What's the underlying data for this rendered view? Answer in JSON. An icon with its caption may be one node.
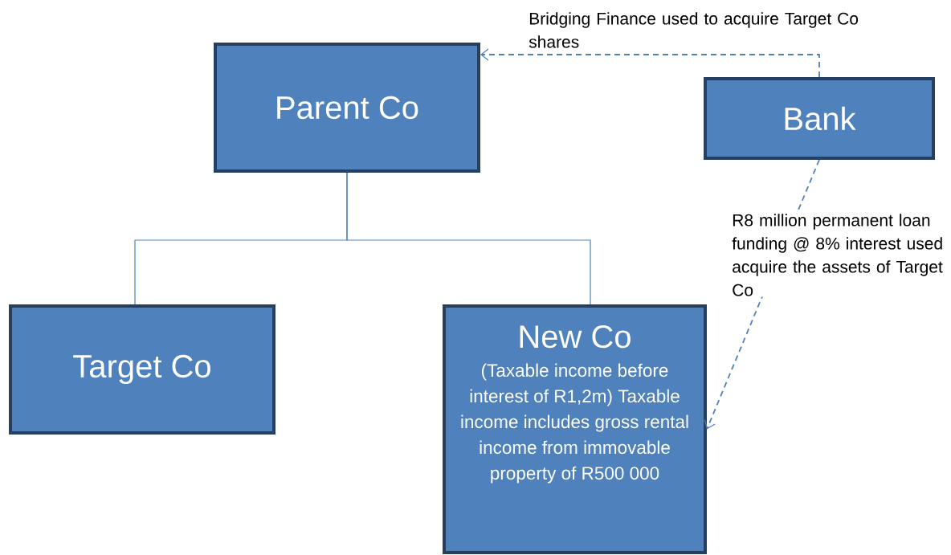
{
  "diagram": {
    "nodes": [
      {
        "text": [
          "Parent Co"
        ]
      },
      {
        "text": [
          "Bank"
        ]
      },
      {
        "text": [
          "Target Co"
        ]
      },
      {
        "text": [
          "New Co",
          "(Taxable income before interest of R1,2m) Taxable income includes gross rental income  from immovable property  of R500 000"
        ]
      }
    ],
    "edges": [
      {
        "from": 0,
        "to": 2,
        "arrow": "none"
      },
      {
        "from": 0,
        "to": 3,
        "arrow": "none"
      },
      {
        "from": 1,
        "to": 0,
        "arrow": "to",
        "style": "dashed",
        "label": "Bridging Finance used to acquire Target Co shares"
      },
      {
        "from": 1,
        "to": 3,
        "arrow": "to",
        "style": "dashed",
        "label": "R8 million permanent loan funding @ 8% interest used acquire the assets of Target Co"
      }
    ]
  }
}
